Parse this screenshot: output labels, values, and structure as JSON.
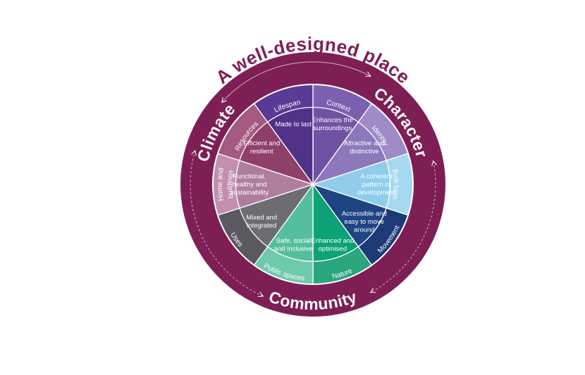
{
  "diagram": {
    "title": "A well-designed place",
    "title_color": "#7d1f55",
    "ring_color": "#7d1f55",
    "ring_text_color": "#ffffff",
    "background_color": "#ffffff",
    "themes": [
      {
        "label": "Character"
      },
      {
        "label": "Community"
      },
      {
        "label": "Climate"
      }
    ],
    "sectors": [
      {
        "label": "Context",
        "description": "Enhances the surroundings",
        "description_lines": [
          "Enhances the",
          "surroundings"
        ],
        "band_color": "#7b60af",
        "inner_color": "#7052a2",
        "text_color": "#ffffff"
      },
      {
        "label": "Identity",
        "description": "Attractive and distinctive",
        "description_lines": [
          "Attractive and",
          "distinctive"
        ],
        "band_color": "#9e8bc7",
        "inner_color": "#8c78ba",
        "text_color": "#ffffff"
      },
      {
        "label": "Bulk form",
        "description": "A coherent pattern of development",
        "description_lines": [
          "A coherent",
          "pattern of",
          "development"
        ],
        "band_color": "#a6d9f1",
        "inner_color": "#8fcdeb",
        "text_color": "#ffffff"
      },
      {
        "label": "Movement",
        "description": "Accessible and easy to move around",
        "description_lines": [
          "Accessible and",
          "easy to move",
          "around"
        ],
        "band_color": "#1d3a76",
        "inner_color": "#1e4483",
        "text_color": "#ffffff"
      },
      {
        "label": "Nature",
        "description": "Enhanced and optimised",
        "description_lines": [
          "Enhanced and",
          "optimised"
        ],
        "band_color": "#2aa67e",
        "inner_color": "#0ca276",
        "text_color": "#ffffff"
      },
      {
        "label": "Public spaces",
        "description": "Safe, social and inclusive",
        "description_lines": [
          "Safe, social",
          "and inclusive"
        ],
        "band_color": "#6ecaac",
        "inner_color": "#55bf9d",
        "text_color": "#ffffff"
      },
      {
        "label": "Uses",
        "description": "Mixed and integrated",
        "description_lines": [
          "Mixed and",
          "integrated"
        ],
        "band_color": "#5a595f",
        "inner_color": "#6d6c72",
        "text_color": "#ffffff"
      },
      {
        "label": "Home and buildings",
        "label_lines": [
          "Home and",
          "buildings"
        ],
        "description": "Functional, healthy and sustainability",
        "description_lines": [
          "Functional,",
          "healthy and",
          "sustainability"
        ],
        "band_color": "#c28fae",
        "inner_color": "#b07e9d",
        "text_color": "#ffffff"
      },
      {
        "label": "Resources",
        "description": "Efficient and resilient",
        "description_lines": [
          "Efficient and",
          "resilient"
        ],
        "band_color": "#a35a7e",
        "inner_color": "#8e3f6a",
        "text_color": "#ffffff"
      },
      {
        "label": "Lifespan",
        "description": "Made to last",
        "description_lines": [
          "Made to last"
        ],
        "band_color": "#5a3a94",
        "inner_color": "#523189",
        "text_color": "#ffffff"
      }
    ]
  }
}
